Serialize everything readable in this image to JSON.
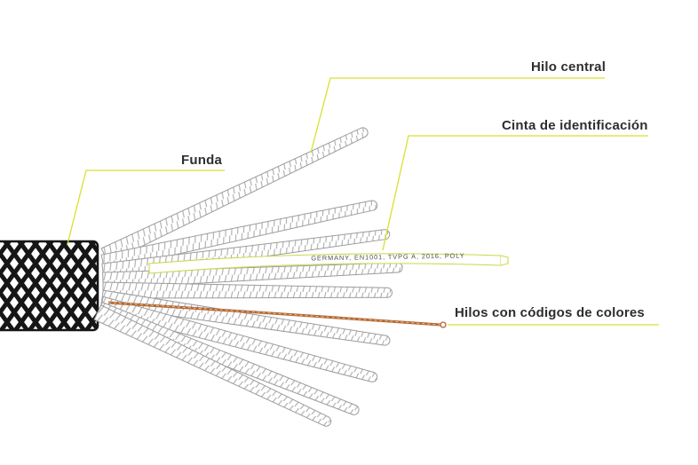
{
  "diagram": {
    "labels": {
      "hilo_central": "Hilo central",
      "cinta_identificacion": "Cinta de identificación",
      "funda": "Funda",
      "hilos_colores": "Hilos con códigos de colores"
    },
    "tape_text": "GERMANY, EN1001, TVPG A, 2016, POLY",
    "colors": {
      "leader": "#d9e02e",
      "tape_outline": "#cdd64b",
      "strand_outline": "#9c9c9c",
      "wire_orange": "#b5672f",
      "sheath": "#161616",
      "label_text": "#2e2e2e"
    }
  }
}
